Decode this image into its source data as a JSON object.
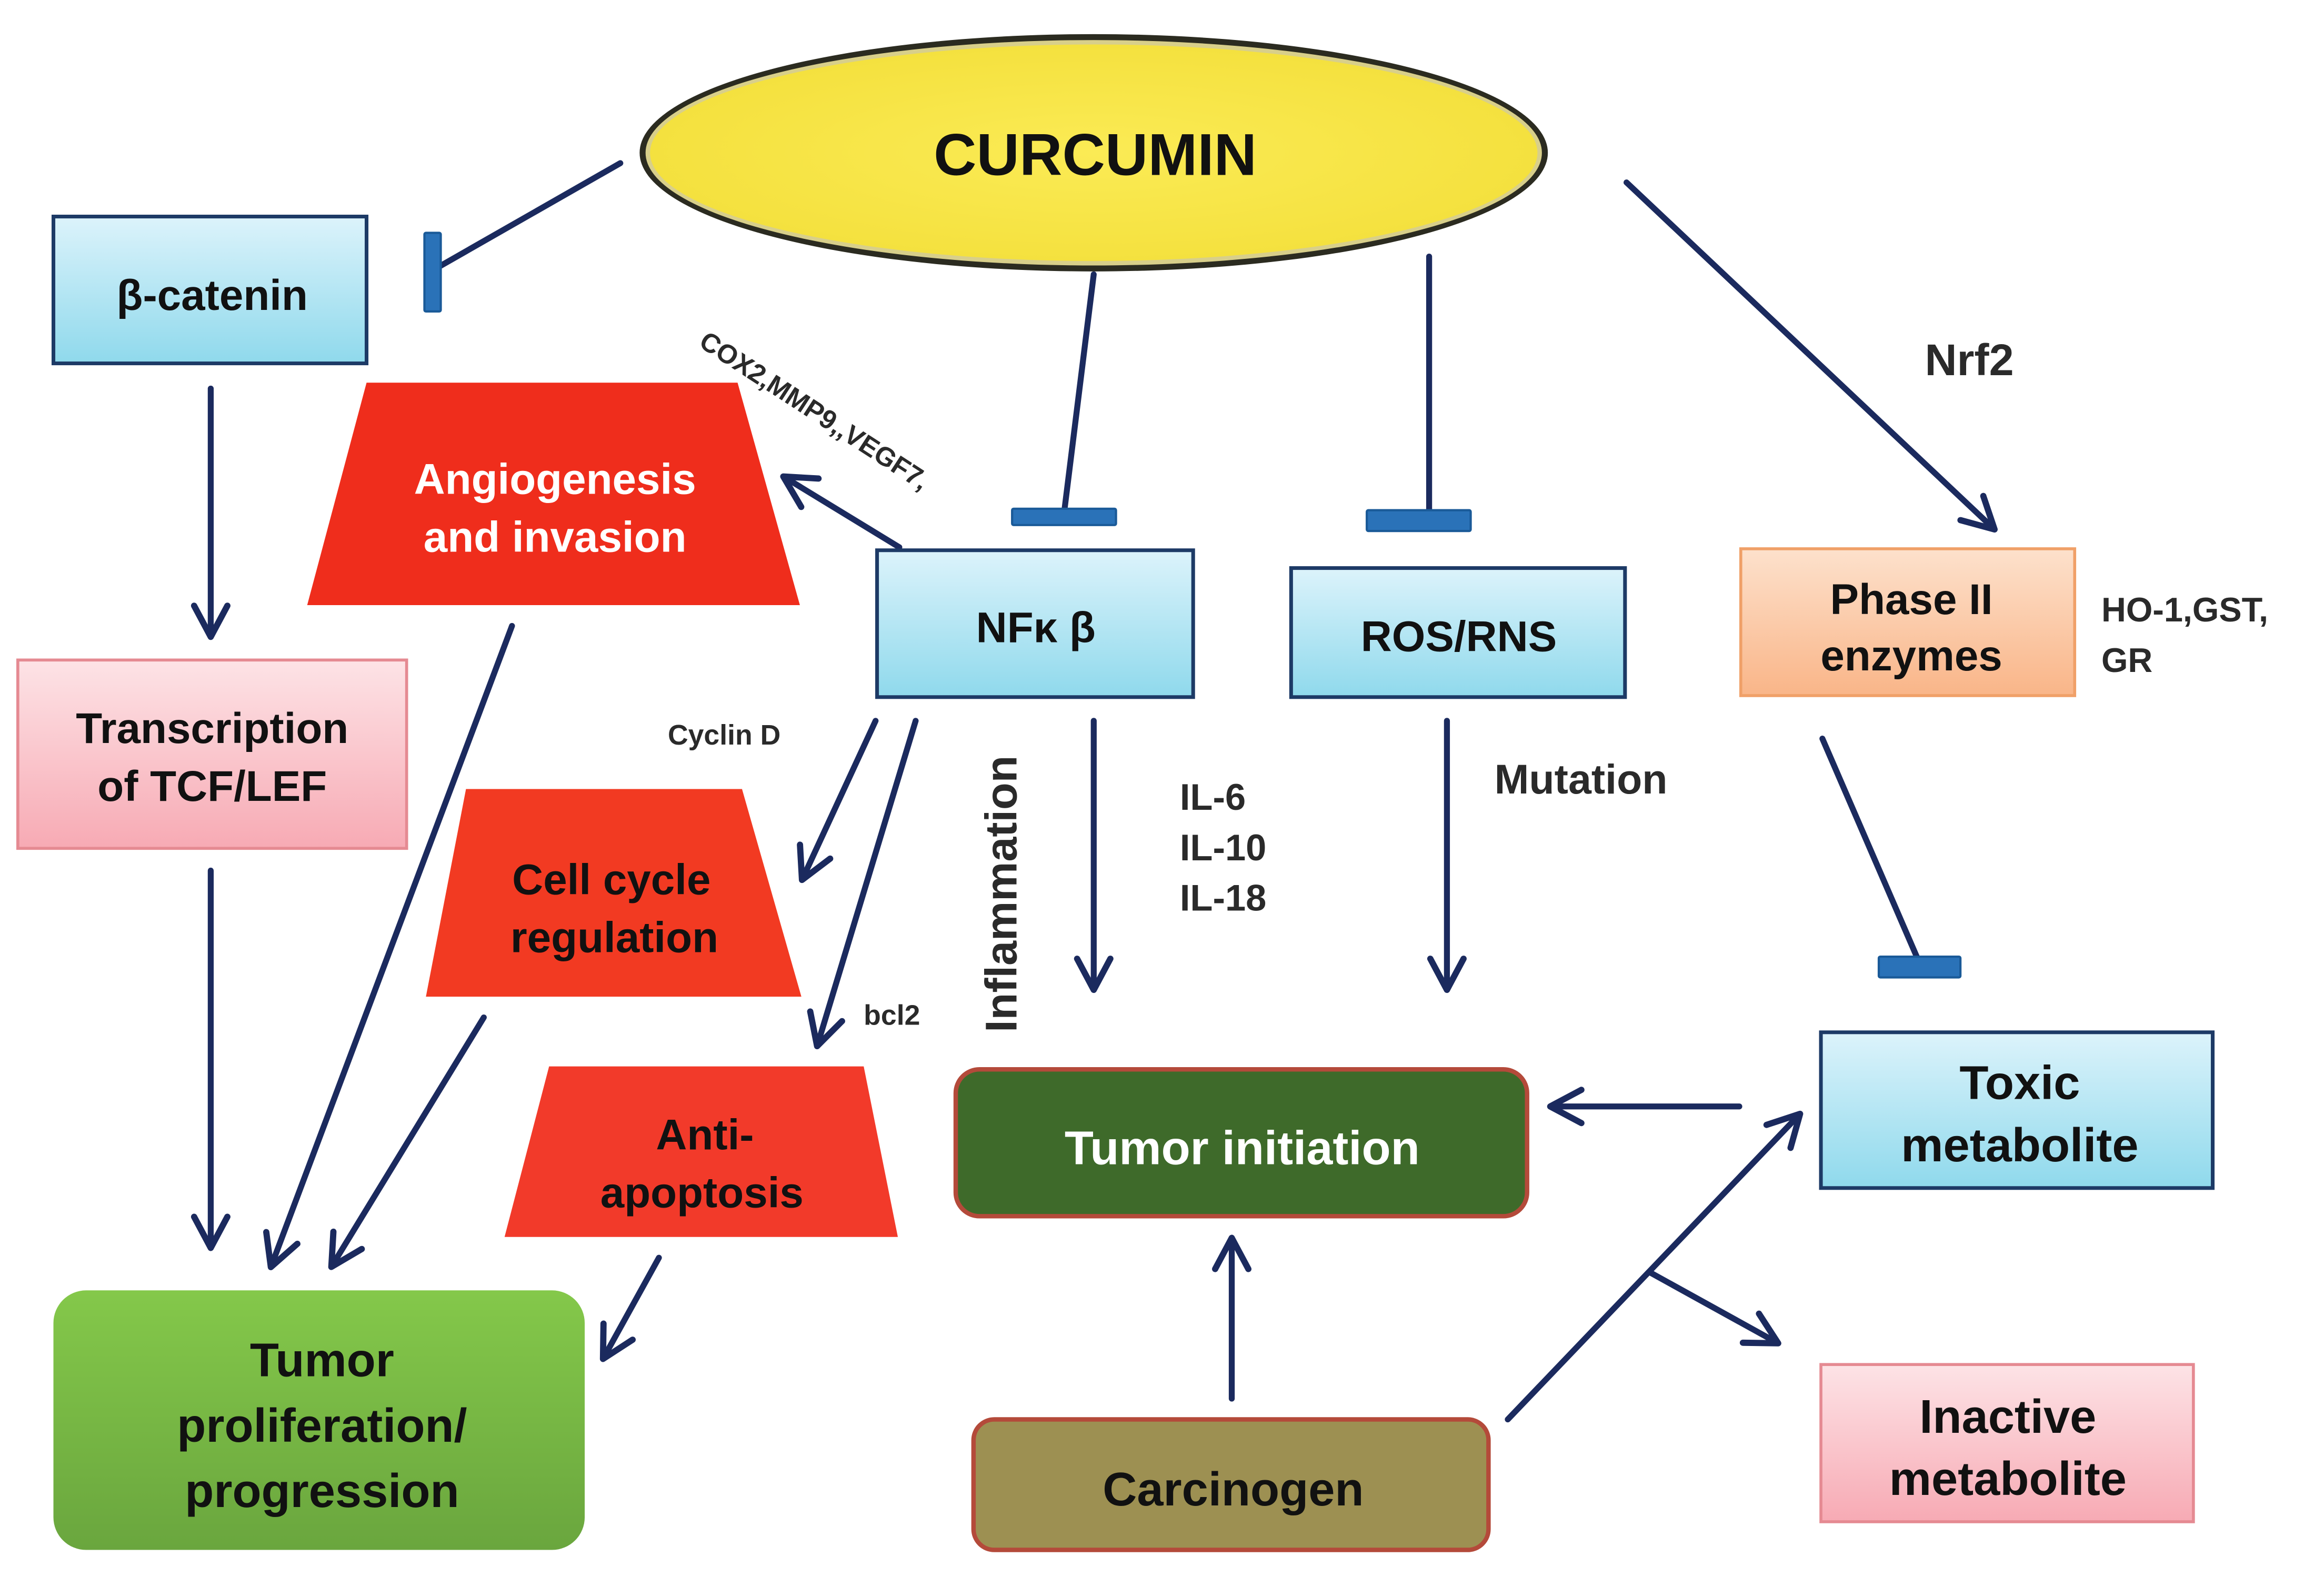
{
  "diagram": {
    "colors": {
      "edge": "#1b2a5e",
      "inhibit_bar": "#2a72b8",
      "curcumin_fill": "#f6e445",
      "blue_box_fill_top": "#d8f1fa",
      "blue_box_fill_bottom": "#8fdaed",
      "blue_box_border": "#1d3a66",
      "pink_box_fill": "#fbd0d6",
      "pink_box_border": "#e58a92",
      "red_trapezoid_fill": "#f0301f",
      "orange_box_fill": "#fbc8a4",
      "orange_box_border": "#f0a068",
      "green_box_fill": "#7cc043",
      "dark_green_fill": "#3f6b2a",
      "dark_green_border": "#b44a3a",
      "olive_fill": "#9e9152",
      "olive_border": "#b44a3a"
    },
    "nodes": {
      "curcumin": {
        "label": "CURCUMIN"
      },
      "beta_catenin": {
        "label": "β-catenin"
      },
      "angiogenesis": {
        "line1": "Angiogenesis",
        "line2": "and invasion"
      },
      "nfkb": {
        "label": "NFκ β"
      },
      "ros_rns": {
        "label": "ROS/RNS"
      },
      "phase2": {
        "line1": "Phase II",
        "line2": "enzymes"
      },
      "transcription": {
        "line1": "Transcription",
        "line2": "of TCF/LEF"
      },
      "cell_cycle": {
        "line1": "Cell cycle",
        "line2": "regulation"
      },
      "anti_apoptosis": {
        "line1": "Anti-",
        "line2": "apoptosis"
      },
      "tumor_initiation": {
        "label": "Tumor initiation"
      },
      "toxic_metabolite": {
        "line1": "Toxic",
        "line2": "metabolite"
      },
      "tumor_proliferation": {
        "line1": "Tumor",
        "line2": "proliferation/",
        "line3": "progression"
      },
      "carcinogen": {
        "label": "Carcinogen"
      },
      "inactive_metabolite": {
        "line1": "Inactive",
        "line2": "metabolite"
      }
    },
    "annotations": {
      "nrf2": "Nrf2",
      "cox2_mmp9_vegf": "COX2,MMP9,,VEGF7,",
      "ho1_gst": "HO-1,GST,",
      "gr": "GR",
      "cyclin_d": "Cyclin D",
      "bcl2": "bcl2",
      "inflammation": "Inflammation",
      "il6": "IL-6",
      "il10": "IL-10",
      "il18": "IL-18",
      "mutation": "Mutation"
    },
    "edges": [
      {
        "from": "curcumin",
        "to": "beta_catenin",
        "type": "inhibit"
      },
      {
        "from": "curcumin",
        "to": "nfkb",
        "type": "inhibit"
      },
      {
        "from": "curcumin",
        "to": "ros_rns",
        "type": "inhibit"
      },
      {
        "from": "curcumin",
        "to": "phase2",
        "type": "activate",
        "label": "Nrf2"
      },
      {
        "from": "beta_catenin",
        "to": "transcription",
        "type": "activate"
      },
      {
        "from": "nfkb",
        "to": "angiogenesis",
        "type": "activate",
        "label": "COX2,MMP9,,VEGF7,"
      },
      {
        "from": "nfkb",
        "to": "cell_cycle",
        "type": "activate",
        "label": "Cyclin D"
      },
      {
        "from": "nfkb",
        "to": "anti_apoptosis",
        "type": "activate",
        "label": "bcl2"
      },
      {
        "from": "nfkb",
        "to": "tumor_initiation",
        "type": "activate",
        "label": "Inflammation / IL-6, IL-10, IL-18"
      },
      {
        "from": "ros_rns",
        "to": "tumor_initiation",
        "type": "activate",
        "label": "Mutation"
      },
      {
        "from": "phase2",
        "to": "toxic_metabolite",
        "type": "inhibit"
      },
      {
        "from": "transcription",
        "to": "tumor_proliferation",
        "type": "activate"
      },
      {
        "from": "angiogenesis",
        "to": "tumor_proliferation",
        "type": "activate"
      },
      {
        "from": "cell_cycle",
        "to": "tumor_proliferation",
        "type": "activate"
      },
      {
        "from": "anti_apoptosis",
        "to": "tumor_proliferation",
        "type": "activate"
      },
      {
        "from": "toxic_metabolite",
        "to": "tumor_initiation",
        "type": "activate"
      },
      {
        "from": "carcinogen",
        "to": "tumor_initiation",
        "type": "activate"
      },
      {
        "from": "carcinogen",
        "to": "toxic_metabolite",
        "type": "activate"
      },
      {
        "from": "carcinogen",
        "to": "inactive_metabolite",
        "type": "activate"
      }
    ]
  }
}
